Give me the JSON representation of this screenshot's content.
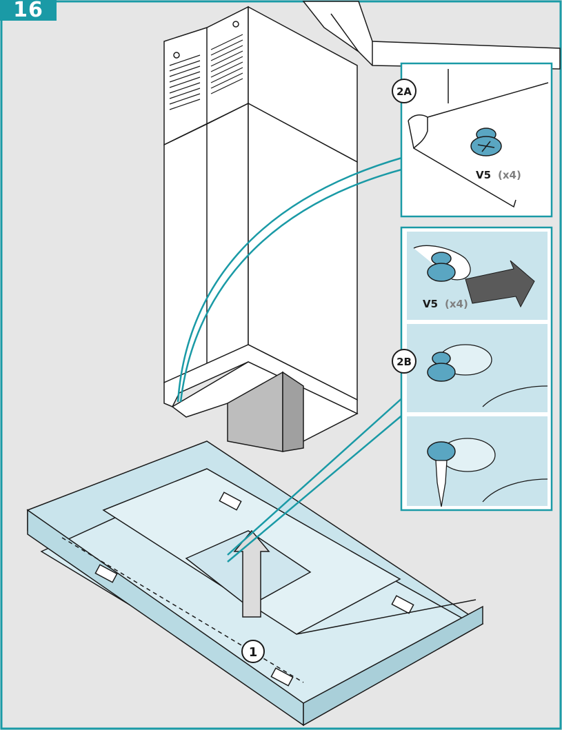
{
  "step_number": "16",
  "colors": {
    "accent": "#1a9aa6",
    "background": "#e6e6e6",
    "part_blue": "#c9e4ec",
    "part_blue_dark": "#a9cfd9",
    "screw_blue": "#5aa6c2",
    "line": "#1a1a1a"
  },
  "callouts": {
    "detail_2a": {
      "label": "2A",
      "screw_name": "V5",
      "screw_qty": "(x4)"
    },
    "detail_2b": {
      "label": "2B",
      "screw_name": "V5",
      "screw_qty": "(x4)"
    },
    "step_1": {
      "label": "1"
    }
  }
}
